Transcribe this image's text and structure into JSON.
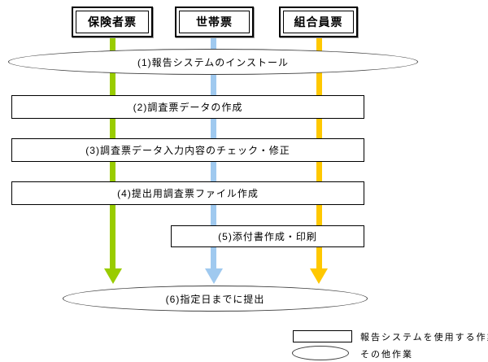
{
  "diagram": {
    "columns": [
      {
        "label": "保険者票",
        "arrow_color": "#99CC00",
        "arrow_name": "green-arrow"
      },
      {
        "label": "世帯票",
        "arrow_color": "#9FC9EF",
        "arrow_name": "blue-arrow"
      },
      {
        "label": "組合員票",
        "arrow_color": "#FFC800",
        "arrow_name": "yellow-arrow"
      }
    ],
    "steps": [
      {
        "id": 1,
        "shape": "ellipse",
        "label": "(1)報告システムのインストール"
      },
      {
        "id": 2,
        "shape": "rect",
        "label": "(2)調査票データの作成"
      },
      {
        "id": 3,
        "shape": "rect",
        "label": "(3)調査票データ入力内容のチェック・修正"
      },
      {
        "id": 4,
        "shape": "rect",
        "label": "(4)提出用調査票ファイル作成"
      },
      {
        "id": 5,
        "shape": "rect",
        "label": "(5)添付書作成・印刷"
      },
      {
        "id": 6,
        "shape": "ellipse",
        "label": "(6)指定日までに提出"
      }
    ],
    "legend": [
      {
        "shape": "rect",
        "label": "報告システムを使用する作業"
      },
      {
        "shape": "ellipse",
        "label": "その他作業"
      }
    ]
  }
}
